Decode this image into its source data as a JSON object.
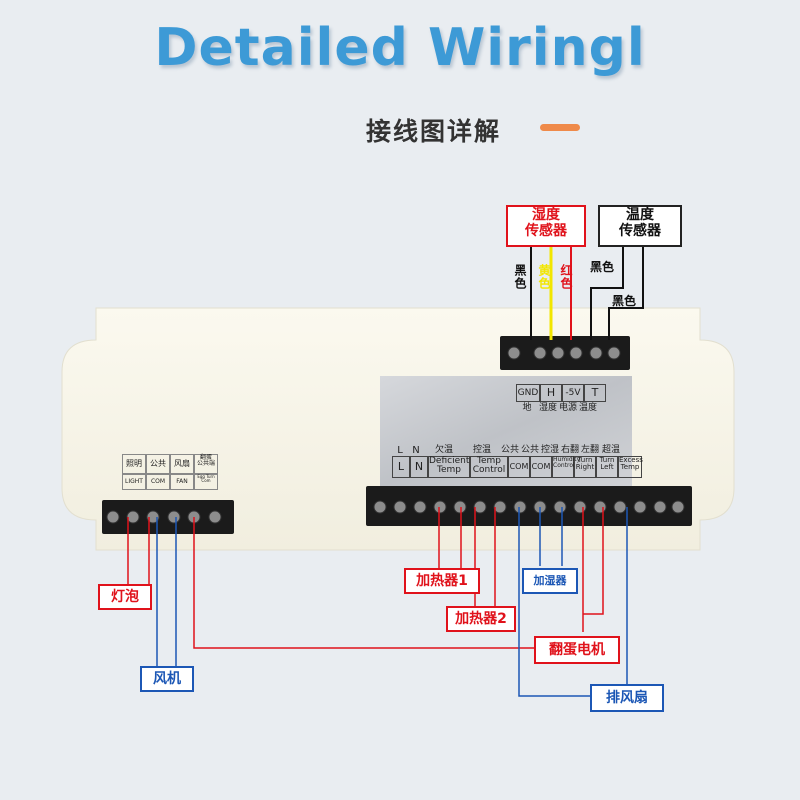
{
  "title": "Detailed Wiringl",
  "subtitle": "接线图详解",
  "sensors": {
    "humidity": "湿度\n传感器",
    "temperature": "温度\n传感器"
  },
  "wire_colors": {
    "black_left": "黑色",
    "yellow": "黄色",
    "red": "红色",
    "black_top": "黑色",
    "black_right": "黑色"
  },
  "sensor_terminals": [
    "GND",
    "H",
    "-5V",
    "T"
  ],
  "sensor_terminal_cn": [
    "地",
    "湿度",
    "电源",
    "温度"
  ],
  "left_terminals": {
    "header_cn": [
      "照明",
      "公共",
      "风扇",
      "翻蛋\n公共端"
    ],
    "header_en": [
      "LIGHT",
      "COM",
      "FAN",
      "Egg Turn\nCom"
    ]
  },
  "main_terminals": {
    "header_cn": [
      "L",
      "N",
      "欠温",
      "控温",
      "公共",
      "公共",
      "控湿",
      "右翻",
      "左翻",
      "超温"
    ],
    "header_en": [
      "L",
      "N",
      "Deficient\nTemp",
      "Temp\nControl",
      "COM",
      "COM",
      "Humidity\nControl",
      "Turn\nRight",
      "Turn\nLeft",
      "Excess\nTemp"
    ]
  },
  "devices": {
    "bulb": "灯泡",
    "fan": "风机",
    "heater1": "加热器1",
    "heater2": "加热器2",
    "humidifier": "加湿器",
    "egg_motor": "翻蛋电机",
    "exhaust_fan": "排风扇"
  },
  "colors": {
    "title_blue": "#3d9ad6",
    "accent_orange": "#ef8a4a",
    "wire_red": "#e0121b",
    "wire_blue": "#1c57b5",
    "wire_yellow": "#f2e600"
  }
}
